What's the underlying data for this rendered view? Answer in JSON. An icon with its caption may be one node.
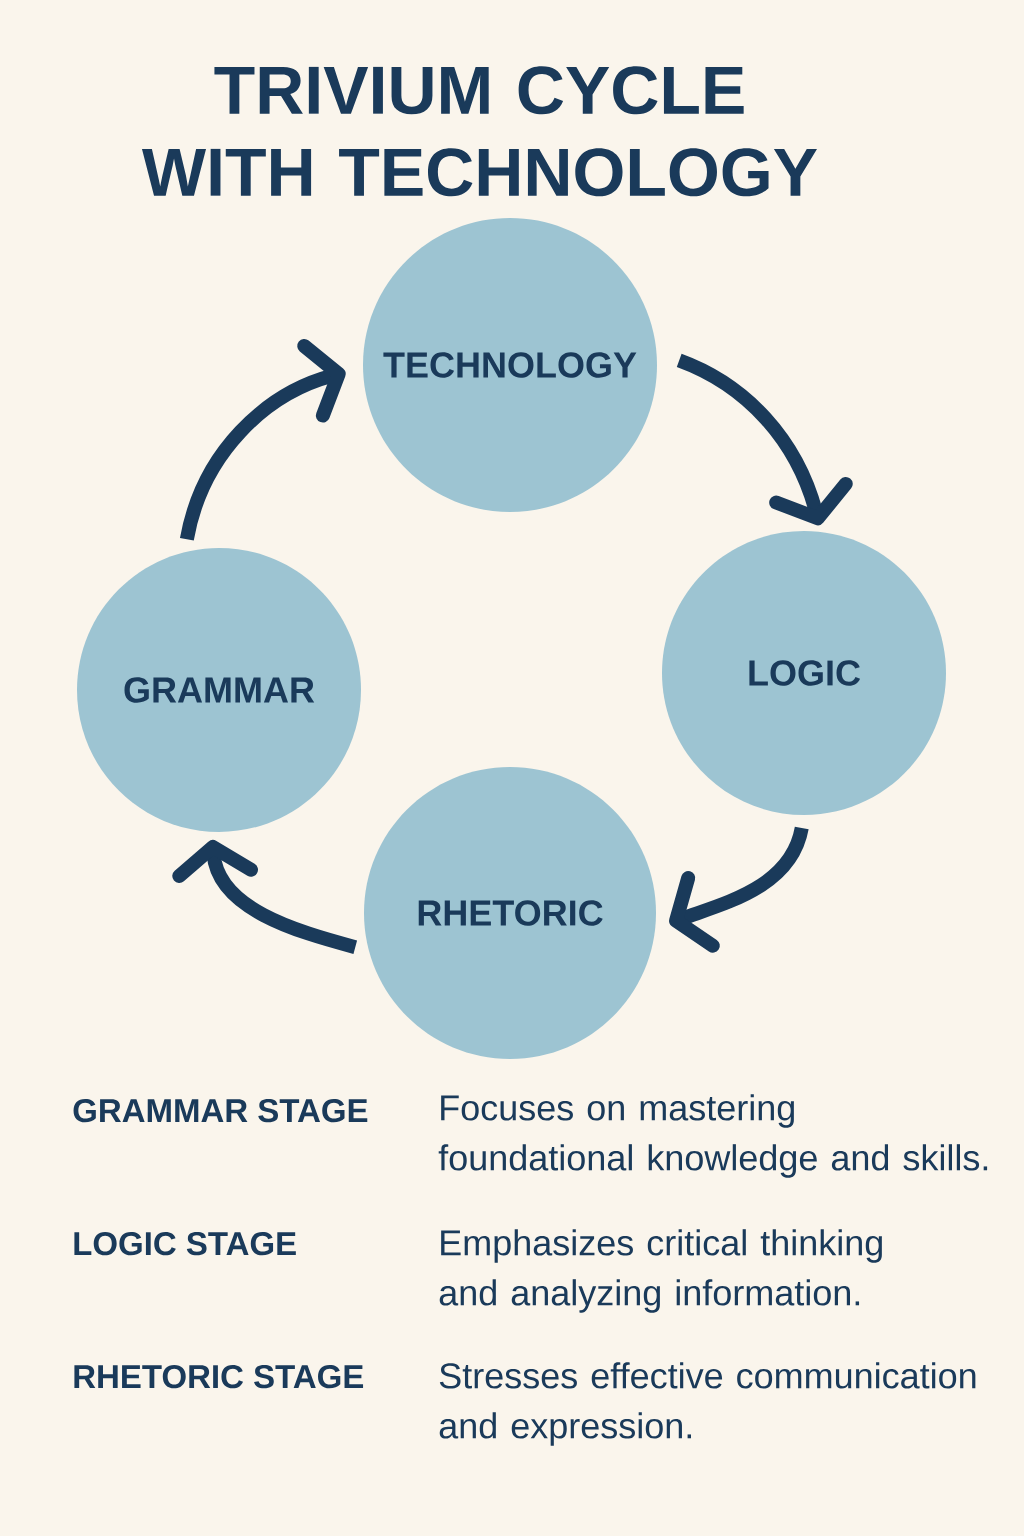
{
  "diagram": {
    "title": "TRIVIUM CYCLE WITH TECHNOLOGY",
    "nodes": [
      {
        "text": [
          "TECHNOLOGY"
        ]
      },
      {
        "text": [
          "LOGIC"
        ]
      },
      {
        "text": [
          "RHETORIC"
        ]
      },
      {
        "text": [
          "GRAMMAR"
        ]
      }
    ],
    "edges": [
      {
        "from": 3,
        "to": 0,
        "arrow": "to"
      },
      {
        "from": 0,
        "to": 1,
        "arrow": "to"
      },
      {
        "from": 1,
        "to": 2,
        "arrow": "to"
      },
      {
        "from": 2,
        "to": 3,
        "arrow": "to"
      }
    ],
    "labels": [
      "GRAMMAR STAGE",
      "Focuses on mastering foundational knowledge and skills.",
      "LOGIC STAGE",
      "Emphasizes critical thinking and analyzing information.",
      "RHETORIC STAGE",
      "Stresses effective communication and expression."
    ]
  }
}
